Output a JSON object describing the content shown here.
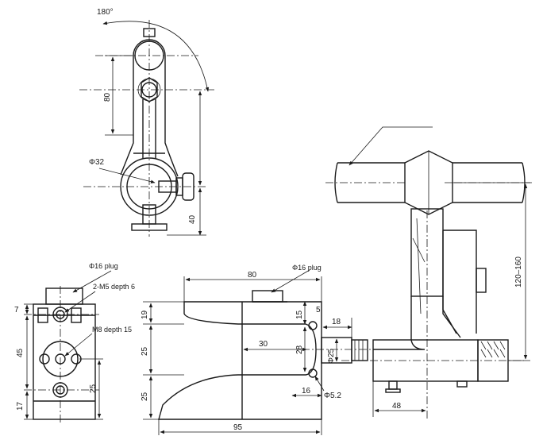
{
  "top_view": {
    "angle": "180°",
    "dim_80": "80",
    "dim_phi32": "Φ32",
    "dim_40": "40"
  },
  "side_view": {
    "dim_120_160": "120–160",
    "dim_48": "48"
  },
  "left_view": {
    "phi16_plug": "Φ16 plug",
    "m5_label": "2-M5 depth 6",
    "m8_label": "M8 depth 15",
    "dim_7": "7",
    "dim_45": "45",
    "dim_17": "17",
    "dim_25": "25"
  },
  "front_view": {
    "dim_80": "80",
    "phi16_plug": "Φ16 plug",
    "dim_19": "19",
    "dim_25a": "25",
    "dim_25b": "25",
    "dim_30": "30",
    "dim_15": "15",
    "dim_5": "5",
    "dim_18": "18",
    "dim_28": "28",
    "dim_phi25": "Φ25",
    "dim_16": "16",
    "dim_phi52": "Φ5.2",
    "dim_95": "95"
  }
}
